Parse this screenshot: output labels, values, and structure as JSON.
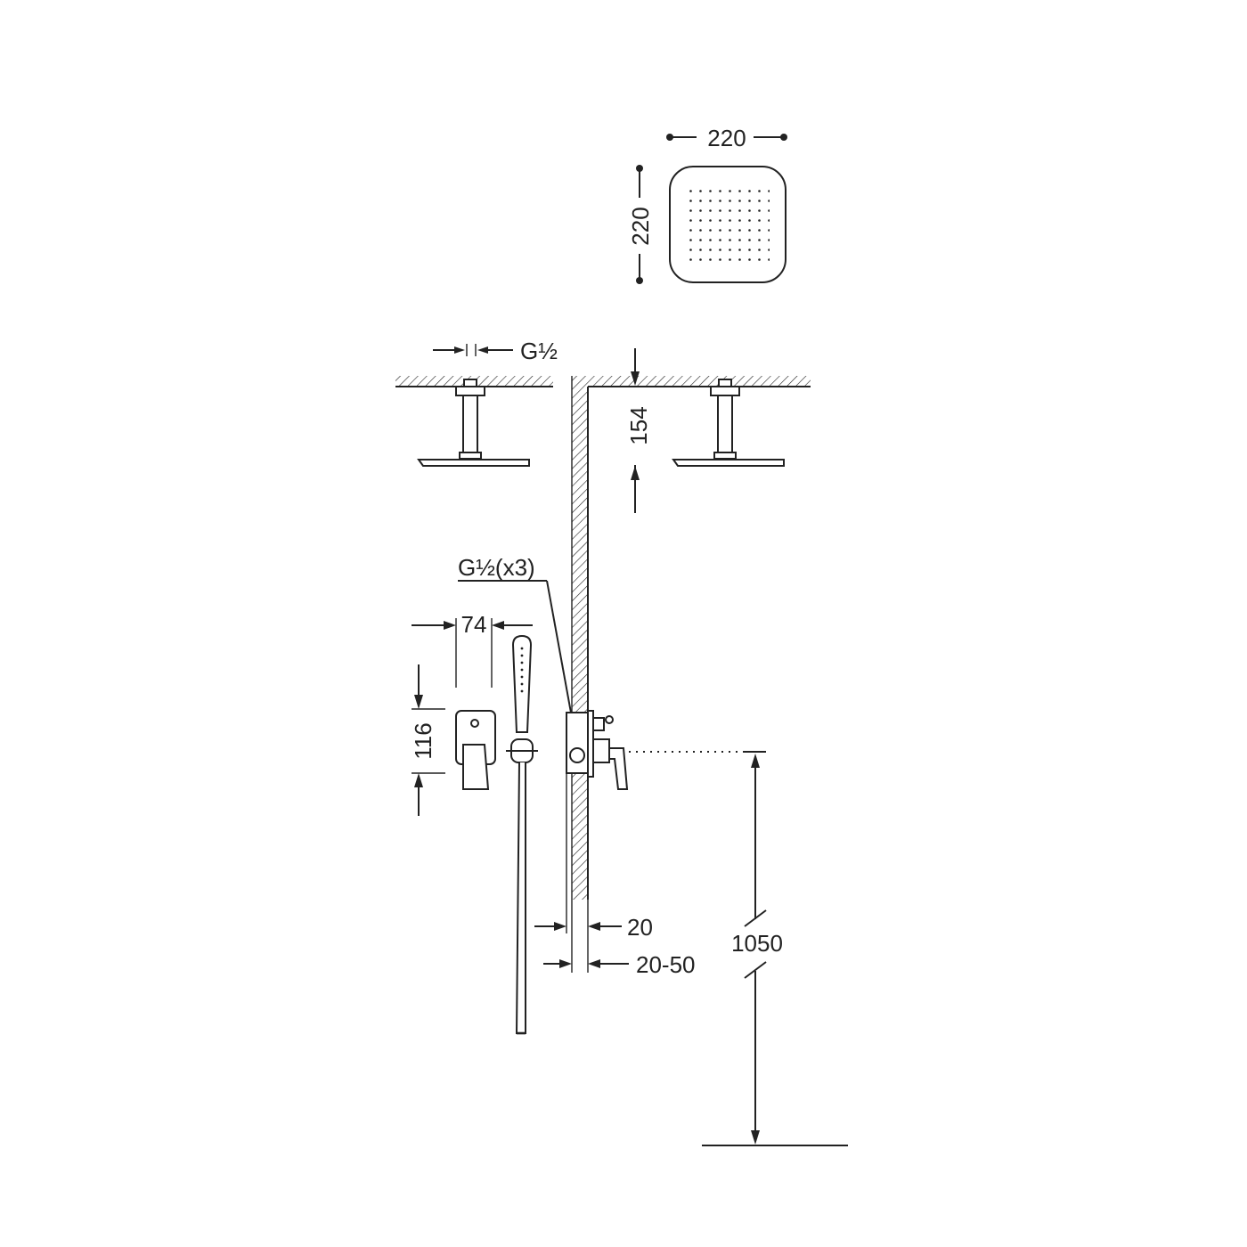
{
  "dimensions": {
    "head_width": "220",
    "head_depth": "220",
    "arm_thread": "G½",
    "arm_length": "154",
    "inlet_thread": "G½(x3)",
    "plate_width": "74",
    "plate_height": "116",
    "wall_offset": "20",
    "wall_depth_range": "20-50",
    "mounting_height": "1050"
  },
  "colors": {
    "line": "#222222",
    "background": "#ffffff"
  }
}
